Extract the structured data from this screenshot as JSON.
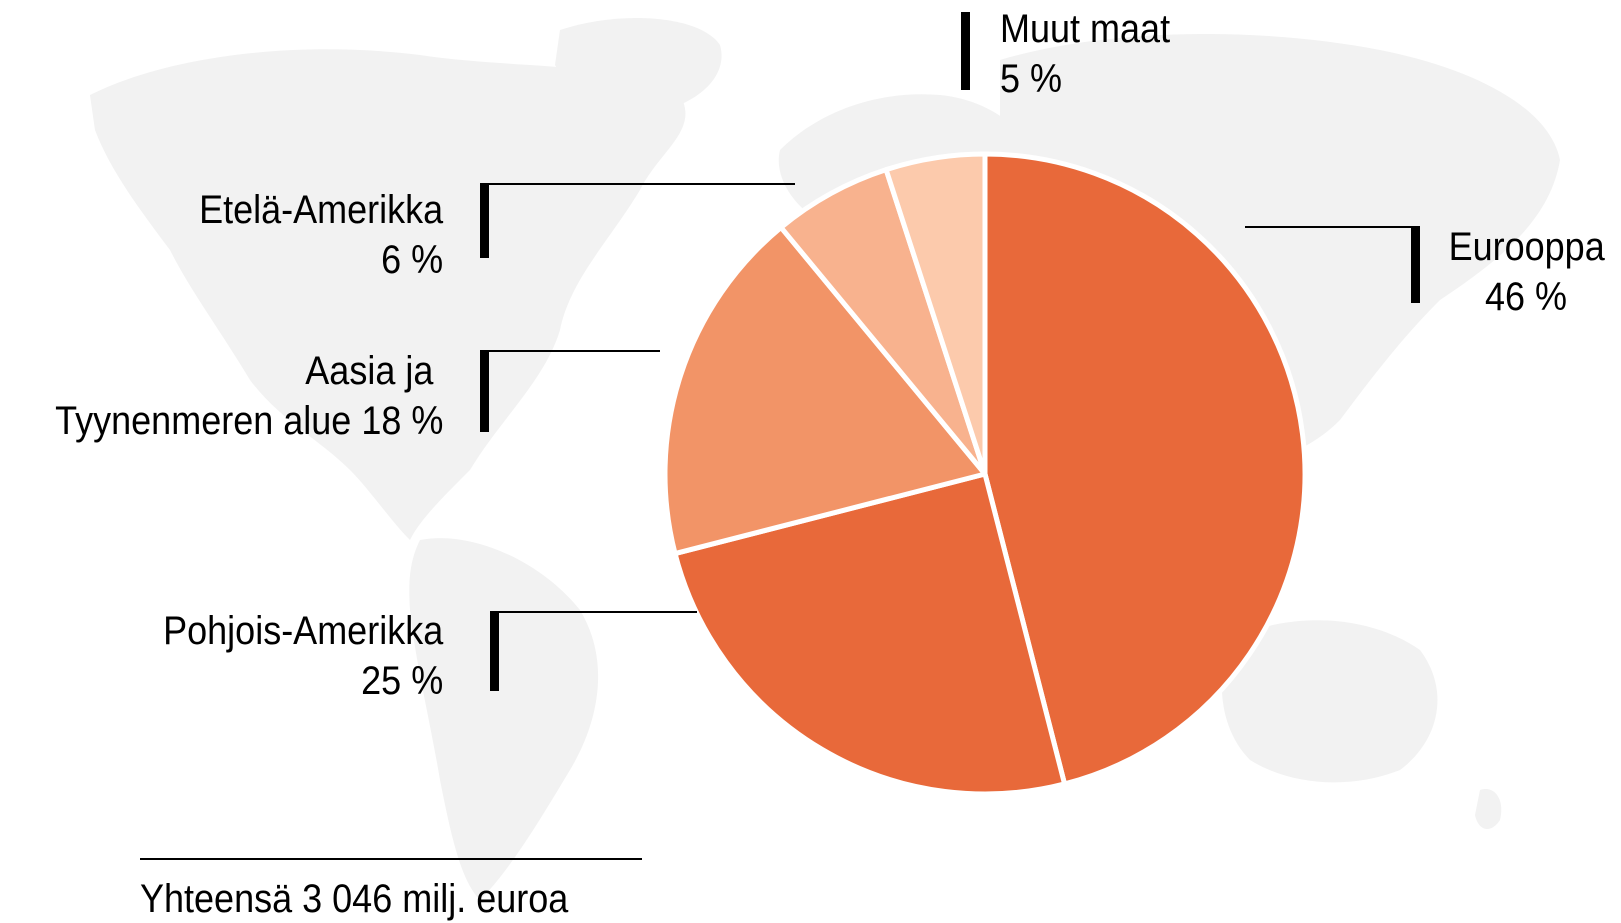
{
  "chart_data": {
    "type": "pie",
    "slices": [
      {
        "label": "Eurooppa",
        "value": 46,
        "value_label": "46 %",
        "color": "#E8693A"
      },
      {
        "label": "Pohjois-Amerikka",
        "value": 25,
        "value_label": "25 %",
        "color": "#E8693A"
      },
      {
        "label": "Aasia ja Tyynenmeren alue",
        "value": 18,
        "value_label": "18 %",
        "color": "#F29467"
      },
      {
        "label": "Etelä-Amerikka",
        "value": 6,
        "value_label": "6 %",
        "color": "#F8B28E"
      },
      {
        "label": "Muut maat",
        "value": 5,
        "value_label": "5 %",
        "color": "#FCCAAC"
      }
    ],
    "start_angle_deg": 0,
    "direction": "clockwise",
    "slice_border_color": "#ffffff",
    "legend": "none",
    "labels": {
      "eurooppa": {
        "name": "Eurooppa",
        "value": "46 %"
      },
      "pohjois": {
        "name": "Pohjois-Amerikka",
        "value": "25 %"
      },
      "aasia": {
        "line1": "Aasia ja ",
        "line2": "Tyynenmeren alue 18 %"
      },
      "etela": {
        "name": "Etelä-Amerikka",
        "value": "6 %"
      },
      "muut": {
        "name": "Muut maat",
        "value": "5 %"
      }
    },
    "total_note": "Yhteensä 3 046 milj. euroa",
    "background": "world-map",
    "background_color": "#F2F2F2"
  }
}
